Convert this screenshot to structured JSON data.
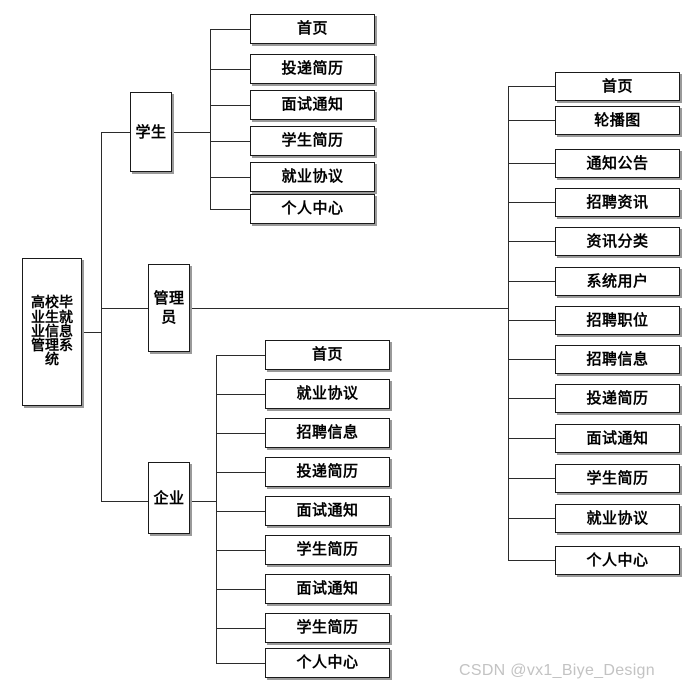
{
  "diagram": {
    "type": "tree",
    "title_node": "高校毕业生就业信息管理系统",
    "root": {
      "label": "高校毕业生就业信息管理系统"
    },
    "branches": [
      {
        "key": "student",
        "label": "学生",
        "children": [
          "首页",
          "投递简历",
          "面试通知",
          "学生简历",
          "就业协议",
          "个人中心"
        ]
      },
      {
        "key": "admin",
        "label": "管理员",
        "children": [
          "首页",
          "轮播图",
          "通知公告",
          "招聘资讯",
          "资讯分类",
          "系统用户",
          "招聘职位",
          "招聘信息",
          "投递简历",
          "面试通知",
          "学生简历",
          "就业协议",
          "个人中心"
        ]
      },
      {
        "key": "company",
        "label": "企业",
        "children": [
          "首页",
          "就业协议",
          "招聘信息",
          "投递简历",
          "面试通知",
          "学生简历",
          "面试通知",
          "学生简历",
          "个人中心"
        ]
      }
    ]
  },
  "watermark": {
    "text": "CSDN @vx1_Biye_Design"
  },
  "colors": {
    "line": "#2b2b2b",
    "box_border": "#1a1a1a",
    "box_shadow": "#9a9a9a",
    "background": "#ffffff",
    "watermark": "#c3c3c3"
  }
}
